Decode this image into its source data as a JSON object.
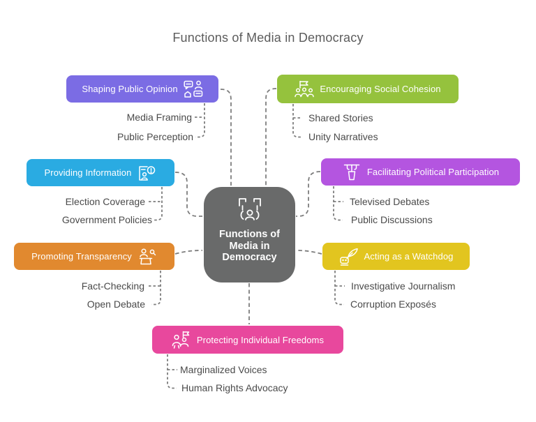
{
  "title": "Functions of Media in Democracy",
  "colors": {
    "connector": "#7d7d7d",
    "sub_text": "#4a4a4a",
    "title_text": "#5c5c5c",
    "center_bg": "#696a6a"
  },
  "center": {
    "label": "Functions of\nMedia in\nDemocracy",
    "icon": "people-holding-signs-icon",
    "color": "#696a6a"
  },
  "branches": [
    {
      "label": "Shaping Public Opinion",
      "color": "#7b6ce4",
      "icon": "speech-bubbles-person-icon",
      "children": [
        "Media Framing",
        "Public Perception"
      ]
    },
    {
      "label": "Encouraging Social Cohesion",
      "color": "#95c23d",
      "icon": "group-with-flag-icon",
      "children": [
        "Shared Stories",
        "Unity Narratives"
      ]
    },
    {
      "label": "Providing Information",
      "color": "#2aabe2",
      "icon": "certified-document-alert-icon",
      "children": [
        "Election Coverage",
        "Government Policies"
      ]
    },
    {
      "label": "Facilitating Political Participation",
      "color": "#b455e0",
      "icon": "podium-icon",
      "children": [
        "Televised Debates",
        "Public Discussions"
      ]
    },
    {
      "label": "Promoting Transparency",
      "color": "#e1892f",
      "icon": "person-ballot-magnifier-icon",
      "children": [
        "Fact-Checking",
        "Open Debate"
      ]
    },
    {
      "label": "Acting as a Watchdog",
      "color": "#e2c51f",
      "icon": "reporter-quill-icon",
      "children": [
        "Investigative Journalism",
        "Corruption Exposés"
      ]
    },
    {
      "label": "Protecting Individual Freedoms",
      "color": "#e8489d",
      "icon": "people-with-flag-icon",
      "children": [
        "Marginalized Voices",
        "Human Rights Advocacy"
      ]
    }
  ]
}
